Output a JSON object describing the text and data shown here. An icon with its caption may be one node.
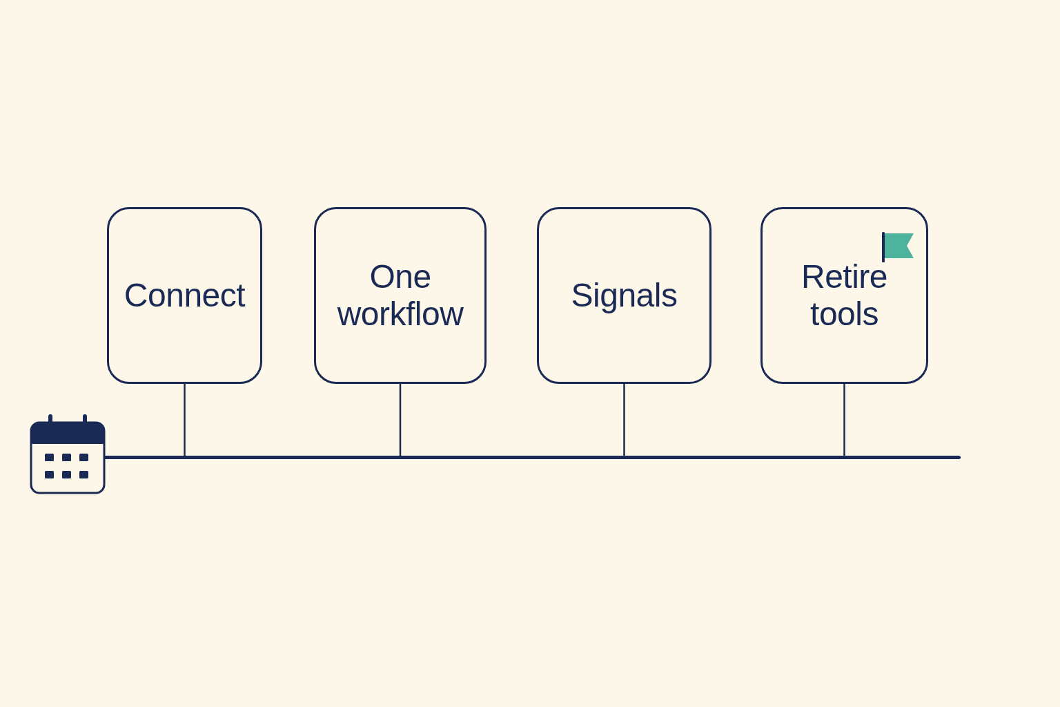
{
  "diagram": {
    "nodes": [
      {
        "text": [
          "Connect"
        ]
      },
      {
        "text": [
          "One workflow"
        ]
      },
      {
        "text": [
          "Signals"
        ]
      },
      {
        "text": [
          "Retire tools"
        ]
      },
      {
        "text": [],
        "shape": "picture"
      },
      {
        "text": [],
        "shape": "bar"
      }
    ],
    "edges": [
      {
        "from": 0,
        "to": 5,
        "arrow": "none"
      },
      {
        "from": 1,
        "to": 5,
        "arrow": "none"
      },
      {
        "from": 2,
        "to": 5,
        "arrow": "none"
      },
      {
        "from": 3,
        "to": 5,
        "arrow": "none"
      }
    ]
  }
}
